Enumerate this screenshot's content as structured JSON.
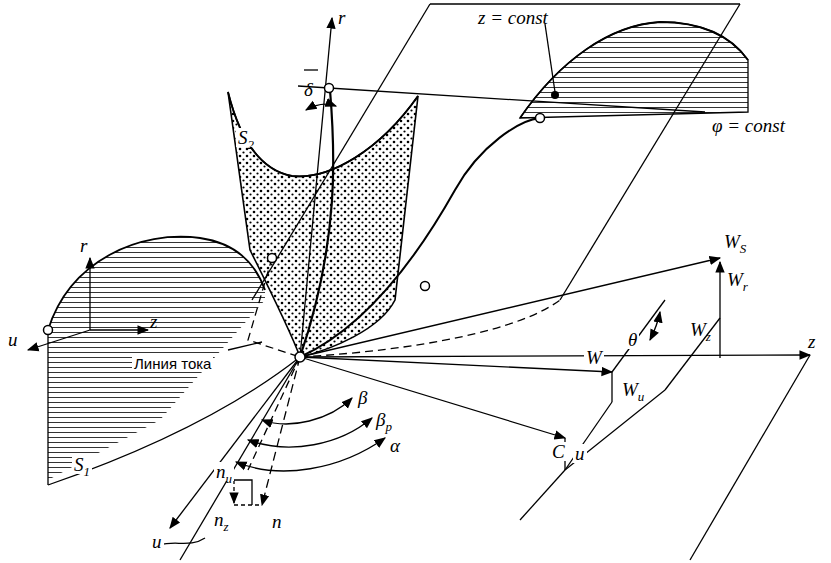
{
  "diagram": {
    "labels": [
      "z = const",
      "r",
      "δ",
      "φ = const",
      "S2",
      "r",
      "z",
      "u",
      "WS",
      "Wr",
      "θ",
      "Wz",
      "z",
      "Линия тока",
      "W",
      "Wu",
      "S1",
      "β",
      "βp",
      "α",
      "nu",
      "C",
      "u",
      "n⃗",
      "nz",
      "u"
    ]
  }
}
